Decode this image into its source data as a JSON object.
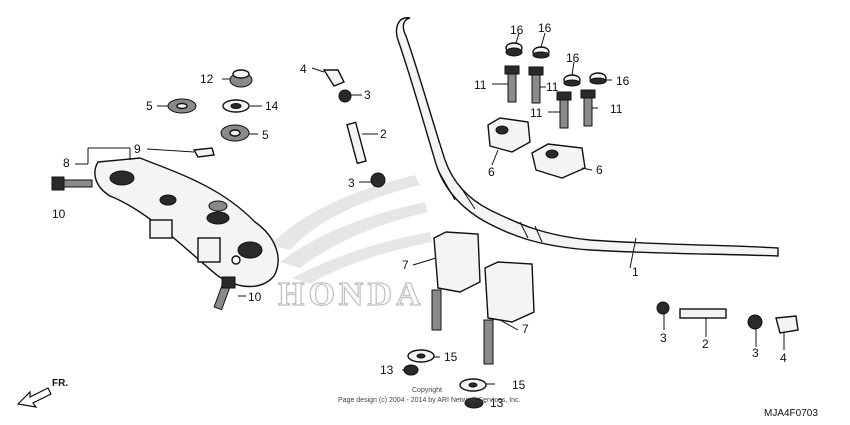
{
  "diagram": {
    "code": "MJA4F0703",
    "direction_label": "FR.",
    "copyright_line1": "Copyright",
    "copyright_line2": "Page design (c) 2004 - 2014 by ARI Network Services, Inc."
  },
  "callouts": [
    {
      "id": "c1",
      "text": "1"
    },
    {
      "id": "c2a",
      "text": "2"
    },
    {
      "id": "c2b",
      "text": "2"
    },
    {
      "id": "c3a",
      "text": "3"
    },
    {
      "id": "c3b",
      "text": "3"
    },
    {
      "id": "c3c",
      "text": "3"
    },
    {
      "id": "c3d",
      "text": "3"
    },
    {
      "id": "c4a",
      "text": "4"
    },
    {
      "id": "c4b",
      "text": "4"
    },
    {
      "id": "c5a",
      "text": "5"
    },
    {
      "id": "c5b",
      "text": "5"
    },
    {
      "id": "c6a",
      "text": "6"
    },
    {
      "id": "c6b",
      "text": "6"
    },
    {
      "id": "c7a",
      "text": "7"
    },
    {
      "id": "c7b",
      "text": "7"
    },
    {
      "id": "c8",
      "text": "8"
    },
    {
      "id": "c9",
      "text": "9"
    },
    {
      "id": "c10a",
      "text": "10"
    },
    {
      "id": "c10b",
      "text": "10"
    },
    {
      "id": "c11a",
      "text": "11"
    },
    {
      "id": "c11b",
      "text": "11"
    },
    {
      "id": "c11c",
      "text": "11"
    },
    {
      "id": "c11d",
      "text": "11"
    },
    {
      "id": "c12",
      "text": "12"
    },
    {
      "id": "c13a",
      "text": "13"
    },
    {
      "id": "c13b",
      "text": "13"
    },
    {
      "id": "c14",
      "text": "14"
    },
    {
      "id": "c15a",
      "text": "15"
    },
    {
      "id": "c15b",
      "text": "15"
    },
    {
      "id": "c16a",
      "text": "16"
    },
    {
      "id": "c16b",
      "text": "16"
    },
    {
      "id": "c16c",
      "text": "16"
    },
    {
      "id": "c16d",
      "text": "16"
    }
  ],
  "watermark": {
    "brand_text": "HONDA"
  }
}
